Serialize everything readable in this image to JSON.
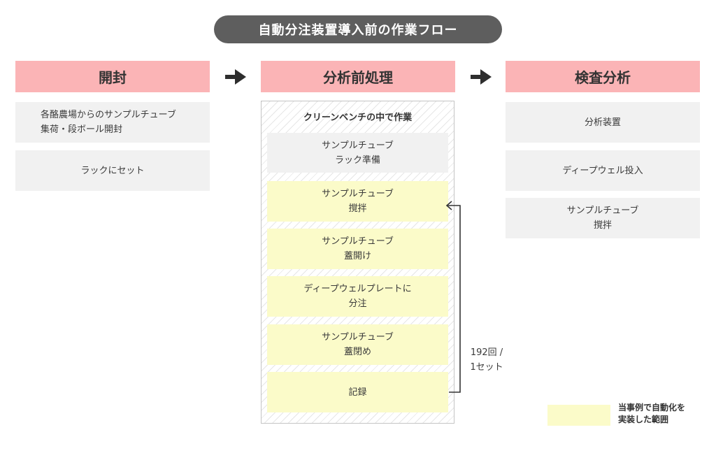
{
  "title": "自動分注装置導入前の作業フロー",
  "columns": [
    {
      "header": "開封",
      "steps": [
        {
          "line1": "各酪農場からのサンプルチューブ",
          "line2": "集荷・段ボール開封"
        },
        {
          "line1": "ラックにセット",
          "line2": ""
        }
      ]
    },
    {
      "header": "分析前処理",
      "area_label": "クリーンベンチの中で作業",
      "steps": [
        {
          "line1": "サンプルチューブ",
          "line2": "ラック準備",
          "automated": false
        },
        {
          "line1": "サンプルチューブ",
          "line2": "撹拌",
          "automated": true
        },
        {
          "line1": "サンプルチューブ",
          "line2": "蓋開け",
          "automated": true
        },
        {
          "line1": "ディープウェルプレートに",
          "line2": "分注",
          "automated": true
        },
        {
          "line1": "サンプルチューブ",
          "line2": "蓋閉め",
          "automated": true
        },
        {
          "line1": "記録",
          "line2": "",
          "automated": true
        }
      ],
      "loop_label": {
        "line1": "192回 /",
        "line2": "1セット"
      }
    },
    {
      "header": "検査分析",
      "steps": [
        {
          "line1": "分析装置",
          "line2": ""
        },
        {
          "line1": "ディープウェル投入",
          "line2": ""
        },
        {
          "line1": "サンプルチューブ",
          "line2": "撹拌"
        }
      ]
    }
  ],
  "legend": {
    "line1": "当事例で自動化を",
    "line2": "実装した範囲",
    "color": "#fbfbc9"
  },
  "colors": {
    "header": "#fbb4b6",
    "step": "#f1f1f1",
    "automated": "#fbfbc9",
    "title_pill": "#5e5e5e"
  },
  "icons": {
    "flow_arrow": "arrow-right-icon",
    "loop_arrow": "loop-back-arrow-icon"
  }
}
